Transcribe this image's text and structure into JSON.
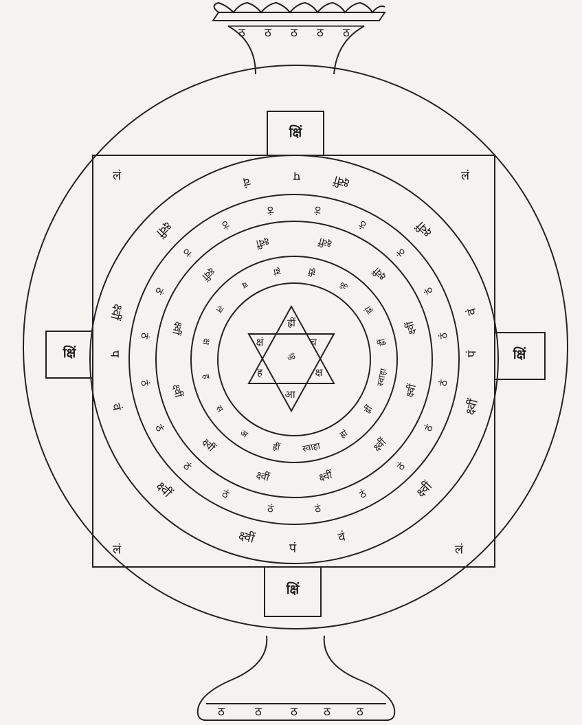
{
  "yantra": {
    "gates": {
      "top": "क्षिं",
      "left": "क्षिं",
      "right": "क्षिं",
      "bottom": "क्षिं"
    },
    "square_corners": {
      "top_left": "लं",
      "top_right": "लं",
      "bottom_left": "लं",
      "bottom_right": "लं"
    },
    "square_sides": {
      "top": "प",
      "left": "प",
      "right": "पं",
      "bottom": "पं"
    },
    "top_pot_letters": [
      "ठ",
      "ठ",
      "ठ",
      "ठ",
      "ठ"
    ],
    "bottom_pot_letters": [
      "ठ",
      "ठ",
      "ठ",
      "ठ",
      "ठ"
    ],
    "outer_ring": [
      "क्ष्वीं",
      "क्ष्वीं",
      "वं",
      "क्ष्वीं",
      "क्ष्वीं",
      "वं",
      "क्ष्वीं",
      "क्ष्वीं",
      "वं",
      "क्ष्वीं",
      "क्ष्वीं",
      "वं"
    ],
    "thantha_ring": [
      "ठं",
      "ठं",
      "ठं",
      "ठं",
      "ठं",
      "ठं",
      "ठं",
      "ठं",
      "ठं",
      "ठं",
      "ठं",
      "ठं",
      "ठं",
      "ठं",
      "ठं",
      "ठं",
      "ठं",
      "ठं",
      "ठं",
      "ठं"
    ],
    "middle_ring": [
      "क्ष्वीं",
      "क्ष्वीं",
      "क्ष्वीं",
      "क्ष्वीं",
      "क्ष्वीं",
      "क्ष्वीं",
      "क्ष्वीं",
      "क्ष्वीं",
      "क्ष्वीं",
      "क्ष्वीं",
      "क्ष्वीं",
      "क्ष्वीं"
    ],
    "inner_ring": [
      "ह्रां",
      "ह्रीं",
      "ॐ",
      "ह्रां",
      "ह्रीं",
      "स्वाहा",
      "ह्रीं",
      "ह्रां",
      "स्वाहा",
      "ह्रीं",
      "अ",
      "स",
      "ह",
      "क्ष",
      "ल",
      "व"
    ],
    "hexagram": {
      "top": "ह्रीं",
      "upper_left": "क्षं",
      "upper_right": "च",
      "lower_left": "ह",
      "lower_right": "क्ष",
      "bottom": "आ"
    },
    "center": "ॐ"
  }
}
